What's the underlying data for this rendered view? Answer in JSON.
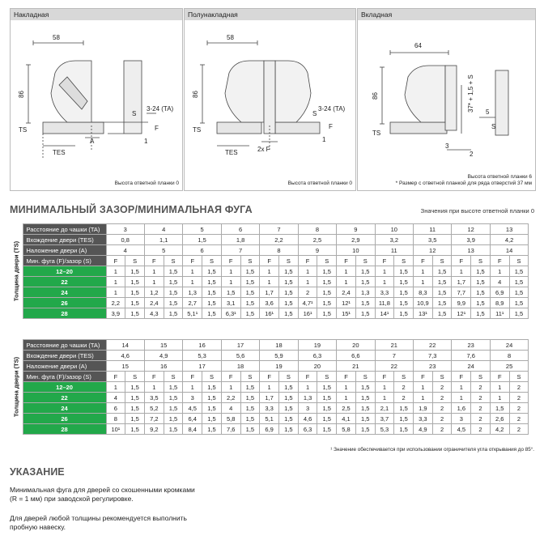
{
  "panels": [
    {
      "title": "Накладная",
      "dim_width": "58",
      "dim_height": "86",
      "label_ta": "3-24 (TA)",
      "label_ts": "TS",
      "label_tes": "TES",
      "label_a": "A",
      "label_s": "S",
      "label_f": "F",
      "label_1": "1",
      "note": "Высота ответной планки 0"
    },
    {
      "title": "Полунакладная",
      "dim_width": "58",
      "dim_height": "86",
      "label_ta": "3-24 (TA)",
      "label_ts": "TS",
      "label_tes": "TES",
      "label_2xf": "2x F",
      "label_s": "S",
      "label_f": "F",
      "label_1": "1",
      "note": "Высота ответной планки 0"
    },
    {
      "title": "Вкладная",
      "dim_width": "64",
      "dim_height": "86",
      "label_ta": "37* + 1,5 + S",
      "label_ts": "TS",
      "label_5": "5",
      "label_s": "S",
      "label_3": "3",
      "label_2": "2",
      "note1": "Высота ответной планки 6",
      "note2": "* Размер с ответной планкой для ряда отверстий 37 мм"
    }
  ],
  "section_title": "МИНИМАЛЬНЫЙ ЗАЗОР/МИНИМАЛЬНАЯ ФУГА",
  "section_note": "Значения при высоте ответной планки 0",
  "side_label": "Толщина двери (TS)",
  "row_labels": {
    "ta": "Расстояние до чашки (TA)",
    "tes": "Вхождение двери (TES)",
    "a": "Наложение двери (A)",
    "fs": "Мин. фуга (F)/зазор (S)"
  },
  "fs_header": [
    "F",
    "S"
  ],
  "tables": [
    {
      "ta": [
        "3",
        "4",
        "5",
        "6",
        "7",
        "8",
        "9",
        "10",
        "11",
        "12",
        "13"
      ],
      "tes": [
        "0,8",
        "1,1",
        "1,5",
        "1,8",
        "2,2",
        "2,5",
        "2,9",
        "3,2",
        "3,5",
        "3,9",
        "4,2"
      ],
      "a": [
        "4",
        "5",
        "6",
        "7",
        "8",
        "9",
        "10",
        "11",
        "12",
        "13",
        "14"
      ],
      "rows": [
        {
          "ts": "12–20",
          "cells": [
            "1",
            "1,5",
            "1",
            "1,5",
            "1",
            "1,5",
            "1",
            "1,5",
            "1",
            "1,5",
            "1",
            "1,5",
            "1",
            "1,5",
            "1",
            "1,5",
            "1",
            "1,5",
            "1",
            "1,5",
            "1",
            "1,5"
          ]
        },
        {
          "ts": "22",
          "cells": [
            "1",
            "1,5",
            "1",
            "1,5",
            "1",
            "1,5",
            "1",
            "1,5",
            "1",
            "1,5",
            "1",
            "1,5",
            "1",
            "1,5",
            "1",
            "1,5",
            "1",
            "1,5",
            "1,7",
            "1,5",
            "4",
            "1,5"
          ]
        },
        {
          "ts": "24",
          "cells": [
            "1",
            "1,5",
            "1,2",
            "1,5",
            "1,3",
            "1,5",
            "1,5",
            "1,5",
            "1,7",
            "1,5",
            "2",
            "1,5",
            "2,4",
            "1,3",
            "3,3",
            "1,5",
            "8,3",
            "1,5",
            "7,7",
            "1,5",
            "6,9",
            "1,5"
          ]
        },
        {
          "ts": "26",
          "cells": [
            "2,2",
            "1,5",
            "2,4",
            "1,5",
            "2,7",
            "1,5",
            "3,1",
            "1,5",
            "3,6",
            "1,5",
            "4,7¹",
            "1,5",
            "12¹",
            "1,5",
            "11,8",
            "1,5",
            "10,9",
            "1,5",
            "9,9",
            "1,5",
            "8,9",
            "1,5"
          ]
        },
        {
          "ts": "28",
          "cells": [
            "3,9",
            "1,5",
            "4,3",
            "1,5",
            "5,1¹",
            "1,5",
            "6,3¹",
            "1,5",
            "16¹",
            "1,5",
            "16¹",
            "1,5",
            "15¹",
            "1,5",
            "14¹",
            "1,5",
            "13¹",
            "1,5",
            "12¹",
            "1,5",
            "11¹",
            "1,5"
          ]
        }
      ]
    },
    {
      "ta": [
        "14",
        "15",
        "16",
        "17",
        "18",
        "19",
        "20",
        "21",
        "22",
        "23",
        "24"
      ],
      "tes": [
        "4,6",
        "4,9",
        "5,3",
        "5,6",
        "5,9",
        "6,3",
        "6,6",
        "7",
        "7,3",
        "7,6",
        "8"
      ],
      "a": [
        "15",
        "16",
        "17",
        "18",
        "19",
        "20",
        "21",
        "22",
        "23",
        "24",
        "25"
      ],
      "rows": [
        {
          "ts": "12–20",
          "cells": [
            "1",
            "1,5",
            "1",
            "1,5",
            "1",
            "1,5",
            "1",
            "1,5",
            "1",
            "1,5",
            "1",
            "1,5",
            "1",
            "1,5",
            "1",
            "2",
            "1",
            "2",
            "1",
            "2",
            "1",
            "2"
          ]
        },
        {
          "ts": "22",
          "cells": [
            "4",
            "1,5",
            "3,5",
            "1,5",
            "3",
            "1,5",
            "2,2",
            "1,5",
            "1,7",
            "1,5",
            "1,3",
            "1,5",
            "1",
            "1,5",
            "1",
            "2",
            "1",
            "2",
            "1",
            "2",
            "1",
            "2"
          ]
        },
        {
          "ts": "24",
          "cells": [
            "6",
            "1,5",
            "5,2",
            "1,5",
            "4,5",
            "1,5",
            "4",
            "1,5",
            "3,3",
            "1,5",
            "3",
            "1,5",
            "2,5",
            "1,5",
            "2,1",
            "1,5",
            "1,9",
            "2",
            "1,6",
            "2",
            "1,5",
            "2"
          ]
        },
        {
          "ts": "26",
          "cells": [
            "8",
            "1,5",
            "7,2",
            "1,5",
            "6,4",
            "1,5",
            "5,8",
            "1,5",
            "5,1",
            "1,5",
            "4,6",
            "1,5",
            "4,1",
            "1,5",
            "3,7",
            "1,5",
            "3,3",
            "2",
            "3",
            "2",
            "2,6",
            "2"
          ]
        },
        {
          "ts": "28",
          "cells": [
            "10¹",
            "1,5",
            "9,2",
            "1,5",
            "8,4",
            "1,5",
            "7,6",
            "1,5",
            "6,9",
            "1,5",
            "6,3",
            "1,5",
            "5,8",
            "1,5",
            "5,3",
            "1,5",
            "4,9",
            "2",
            "4,5",
            "2",
            "4,2",
            "2"
          ]
        }
      ]
    }
  ],
  "footnote": "¹ Значение обеспечивается при использовании ограничителя угла открывания до 85°.",
  "note_title": "УКАЗАНИЕ",
  "note_p1a": "Минимальная фуга для дверей со скошенными кромками",
  "note_p1b": "(R = 1 мм) при заводской регулировке.",
  "note_p2a": "Для дверей любой толщины рекомендуется выполнить",
  "note_p2b": "пробную навеску."
}
